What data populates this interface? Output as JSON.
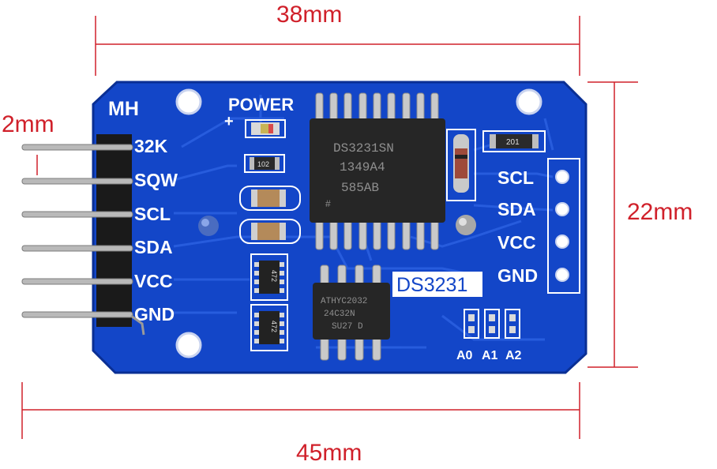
{
  "dimensions": {
    "top_width": "38mm",
    "pin_spacing": "2mm",
    "height": "22mm",
    "bottom_width": "45mm"
  },
  "colors": {
    "pcb": "#1346c8",
    "dimension_lines": "#d0202a",
    "pins": "#b9b9b9"
  },
  "board": {
    "brand": "MH",
    "power_label": "POWER",
    "power_plus": "+",
    "left_header_labels": [
      "32K",
      "SQW",
      "SCL",
      "SDA",
      "VCC",
      "GND"
    ],
    "right_header_labels": [
      "SCL",
      "SDA",
      "VCC",
      "GND"
    ],
    "module_label": "DS3231",
    "address_labels": [
      "A0",
      "A1",
      "A2"
    ],
    "main_chip": [
      "DS3231SN",
      "1349A4",
      "585AB"
    ],
    "eeprom_chip": [
      "ATHYC2032",
      "24C32N",
      "SU27 D"
    ],
    "resistor_codes": [
      "102",
      "201",
      "472",
      "472"
    ]
  }
}
